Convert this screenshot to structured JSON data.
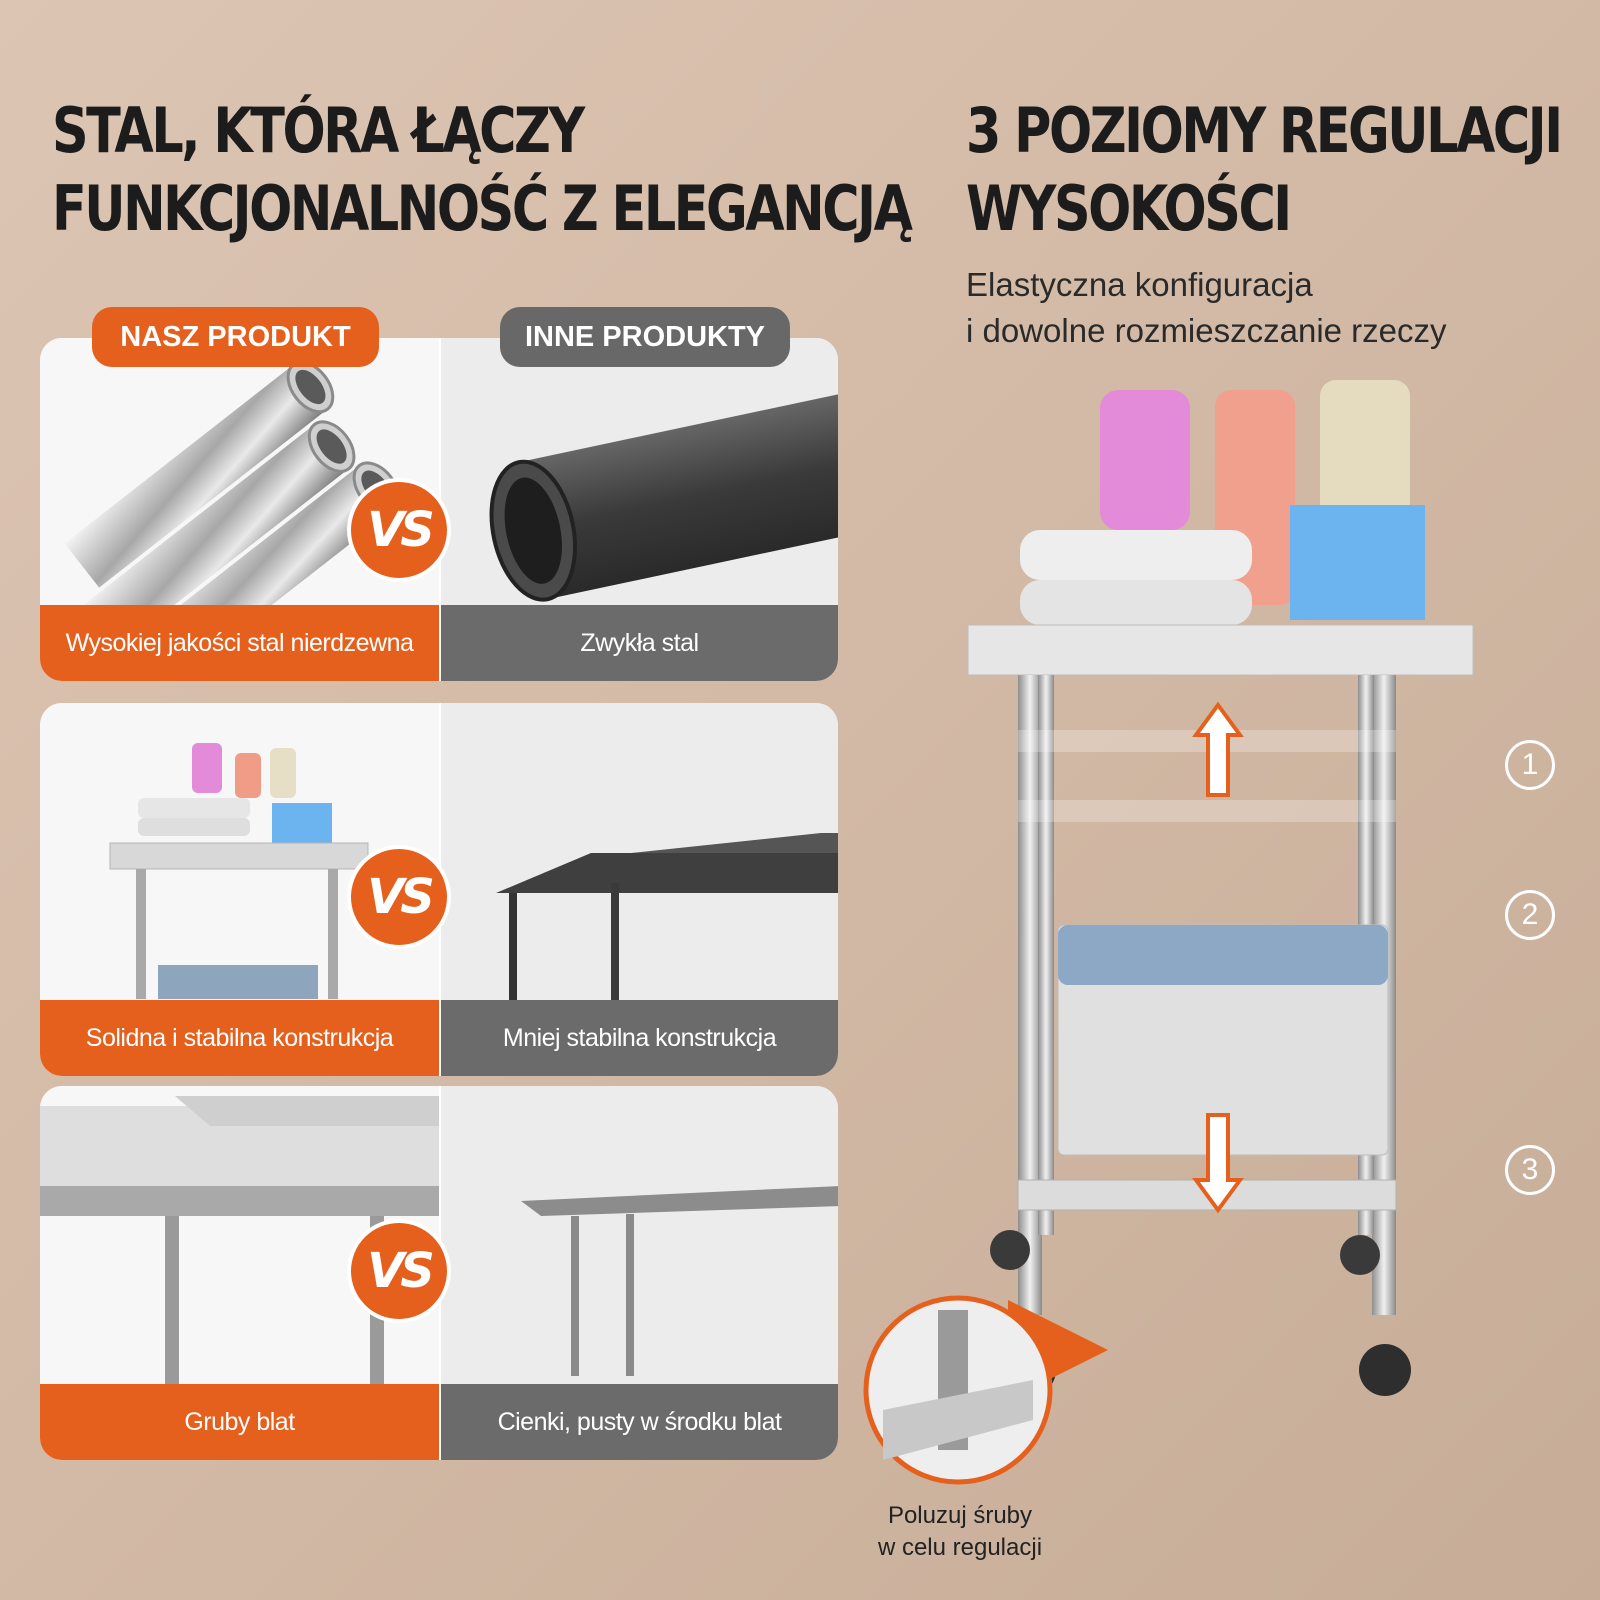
{
  "left_title": {
    "line1": "STAL, KTÓRA ŁĄCZY",
    "line2": "FUNKCJONALNOŚĆ Z ELEGANCJĄ"
  },
  "right_title": {
    "line1": "3 POZIOMY REGULACJI",
    "line2": "WYSOKOŚCI"
  },
  "subtitle": {
    "line1": "Elastyczna konfiguracja",
    "line2": "i dowolne rozmieszczanie rzeczy"
  },
  "badges": {
    "ours": "NASZ PRODUKT",
    "others": "INNE PRODUKTY"
  },
  "vs_label": "VS",
  "comparisons": [
    {
      "ours": "Wysokiej jakości stal nierdzewna",
      "others": "Zwykła stal"
    },
    {
      "ours": "Solidna i stabilna konstrukcja",
      "others": "Mniej stabilna konstrukcja"
    },
    {
      "ours": "Gruby blat",
      "others": "Cienki, pusty w środku blat"
    }
  ],
  "levels": [
    "1",
    "2",
    "3"
  ],
  "note": {
    "line1": "Poluzuj śruby",
    "line2": "w celu regulacji"
  },
  "colors": {
    "accent": "#e5601d",
    "grey": "#6b6b6b",
    "background": "#d5bda9"
  },
  "icons": [
    "up-arrow-icon",
    "down-arrow-icon",
    "vs-icon"
  ]
}
